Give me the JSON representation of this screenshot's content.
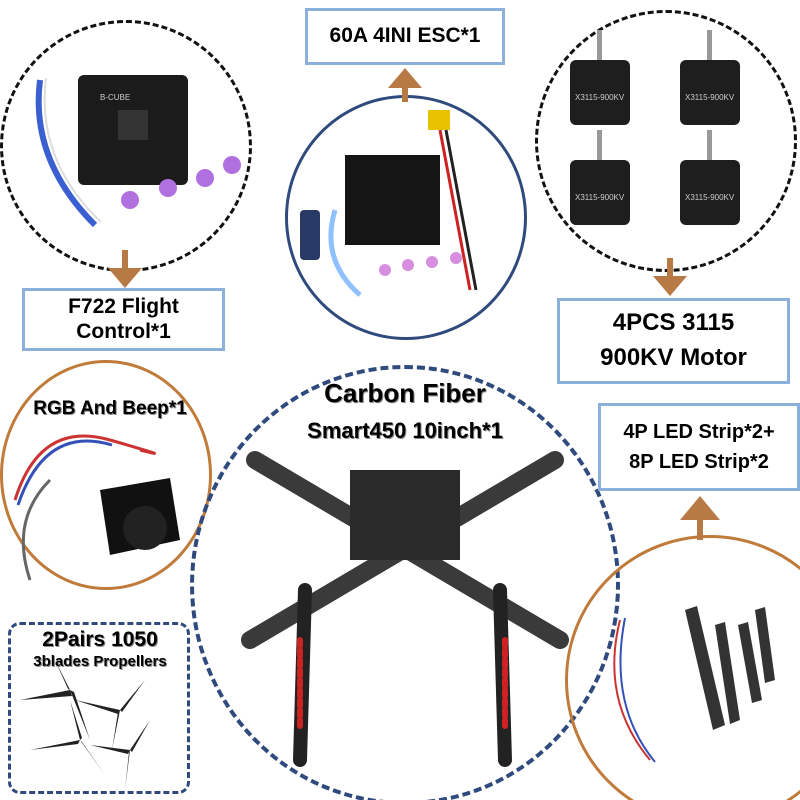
{
  "labels": {
    "flight_controller": [
      "F722 Flight",
      "Control*1"
    ],
    "esc": "60A 4INI ESC*1",
    "motors": [
      "4PCS 3115",
      "900KV Motor"
    ],
    "frame": [
      "Carbon Fiber",
      "Smart450 10inch*1"
    ],
    "rgb_beep": "RGB And Beep*1",
    "led_strips": [
      "4P LED Strip*2+",
      "8P LED Strip*2"
    ],
    "propellers": [
      "2Pairs 1050",
      "3blades Propellers"
    ]
  },
  "product_marks": {
    "motor_model": "X3115-900KV",
    "fc_board": "B-CUBE"
  },
  "colors": {
    "box_border": "#8cb0dc",
    "arrow": "#b87a45",
    "navy": "#2f4a7c",
    "brown_ring": "#c07a3a",
    "carbon": "#3a3a3a",
    "purple": "#b070e0"
  }
}
